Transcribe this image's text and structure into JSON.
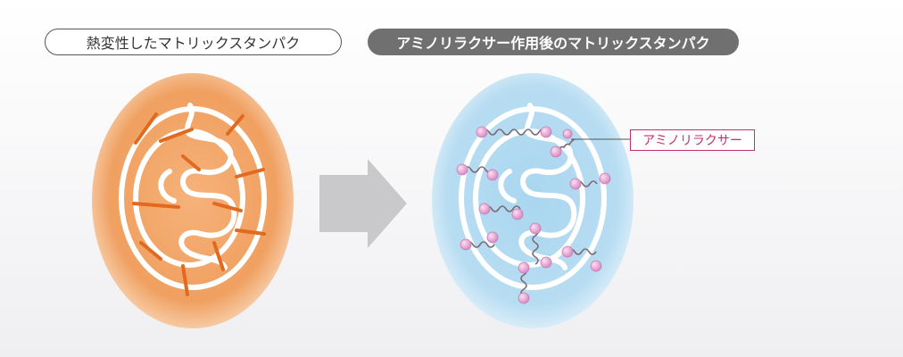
{
  "labels": {
    "before": "熱変性したマトリックスタンパク",
    "after": "アミノリラクサー作用後のマトリックスタンパク",
    "callout": "アミノリラクサー"
  },
  "colors": {
    "before_fill": "#f0a060",
    "after_fill": "#b8ddf2",
    "crosslink": "#e06a20",
    "molecule": "#e8a8d6",
    "callout_border": "#c0306b",
    "arrow": "#c9c9cb"
  },
  "icons": [
    "right-arrow-icon"
  ]
}
